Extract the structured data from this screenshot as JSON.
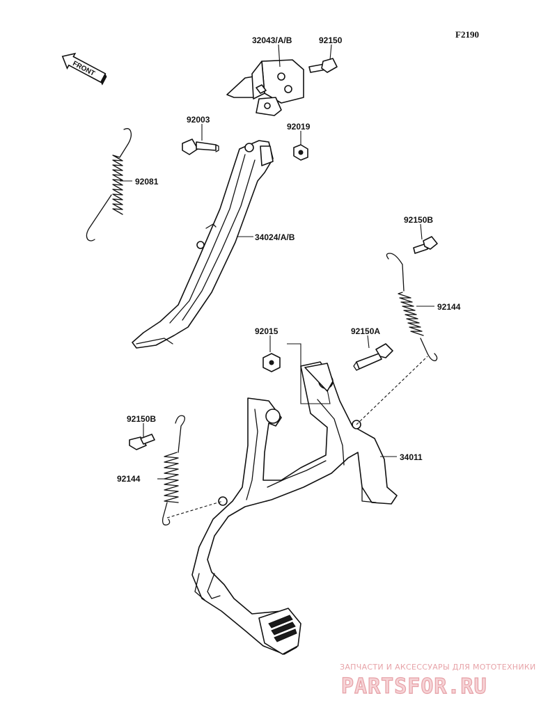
{
  "diagram_id": "F2190",
  "front_label": "FRONT",
  "labels": {
    "bracket": "32043/A/B",
    "bolt_top": "92150",
    "bolt_92003": "92003",
    "nut_92019": "92019",
    "spring_92081": "92081",
    "side_stand": "34024/A/B",
    "bolt_92150b_right": "92150B",
    "spring_92144_right": "92144",
    "nut_92015": "92015",
    "bolt_92150a": "92150A",
    "main_stand": "34011",
    "bolt_92150b_left": "92150B",
    "spring_92144_left": "92144"
  },
  "watermark": {
    "caption": "ЗАПЧАСТИ И АКСЕССУАРЫ ДЛЯ МОТОТЕХНИКИ",
    "logo": "PARTSFOR.RU"
  }
}
